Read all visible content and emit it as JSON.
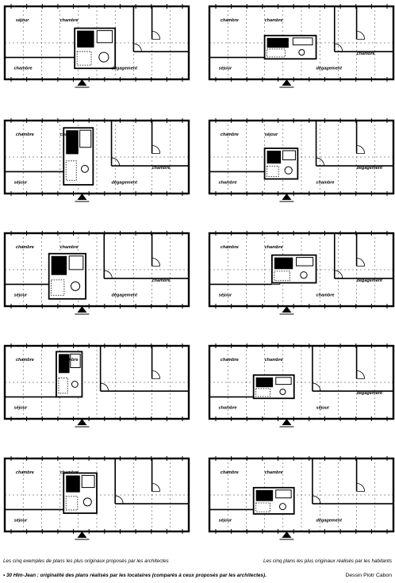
{
  "figure": {
    "plans_left": [
      {
        "id": "A1",
        "labels": [
          "séjour",
          "chambre",
          "chambre",
          "dégagement"
        ]
      },
      {
        "id": "A2",
        "labels": [
          "chambre",
          "chambre",
          "séjour",
          "dégagement",
          "chambre"
        ]
      },
      {
        "id": "A3",
        "labels": [
          "chambre",
          "chambre",
          "séjour",
          "dégagement",
          "chambre"
        ]
      },
      {
        "id": "A4",
        "labels": [
          "chambre",
          "chambre",
          "séjour"
        ]
      },
      {
        "id": "A5",
        "labels": [
          "chambre",
          "chambre",
          "séjour"
        ]
      }
    ],
    "plans_right": [
      {
        "id": "B1",
        "labels": [
          "chambre",
          "chambre",
          "séjour",
          "dégagement",
          "chambre"
        ]
      },
      {
        "id": "B2",
        "labels": [
          "chambre",
          "séjour",
          "chambre",
          "chambre",
          "dégagement"
        ]
      },
      {
        "id": "B3",
        "labels": [
          "chambre",
          "chambre",
          "séjour",
          "chambre",
          "dégagement"
        ]
      },
      {
        "id": "B4",
        "labels": [
          "chambre",
          "chambre",
          "chambre",
          "séjour",
          "dégagement"
        ]
      },
      {
        "id": "B5",
        "labels": [
          "chambre",
          "chambre",
          "séjour",
          "dégagement"
        ]
      }
    ]
  },
  "captions": {
    "left": "Les cinq exemples de plans les plus originaux proposés par les architectes",
    "right": "Les cinq plans les plus originaux réalisés par les habitants",
    "note": "• 30 Hlm-Jean : originalité des plans réalisés par les locataires (comparés à ceux proposés par les architectes).",
    "credit": "Dessin Piotr Cabon"
  }
}
